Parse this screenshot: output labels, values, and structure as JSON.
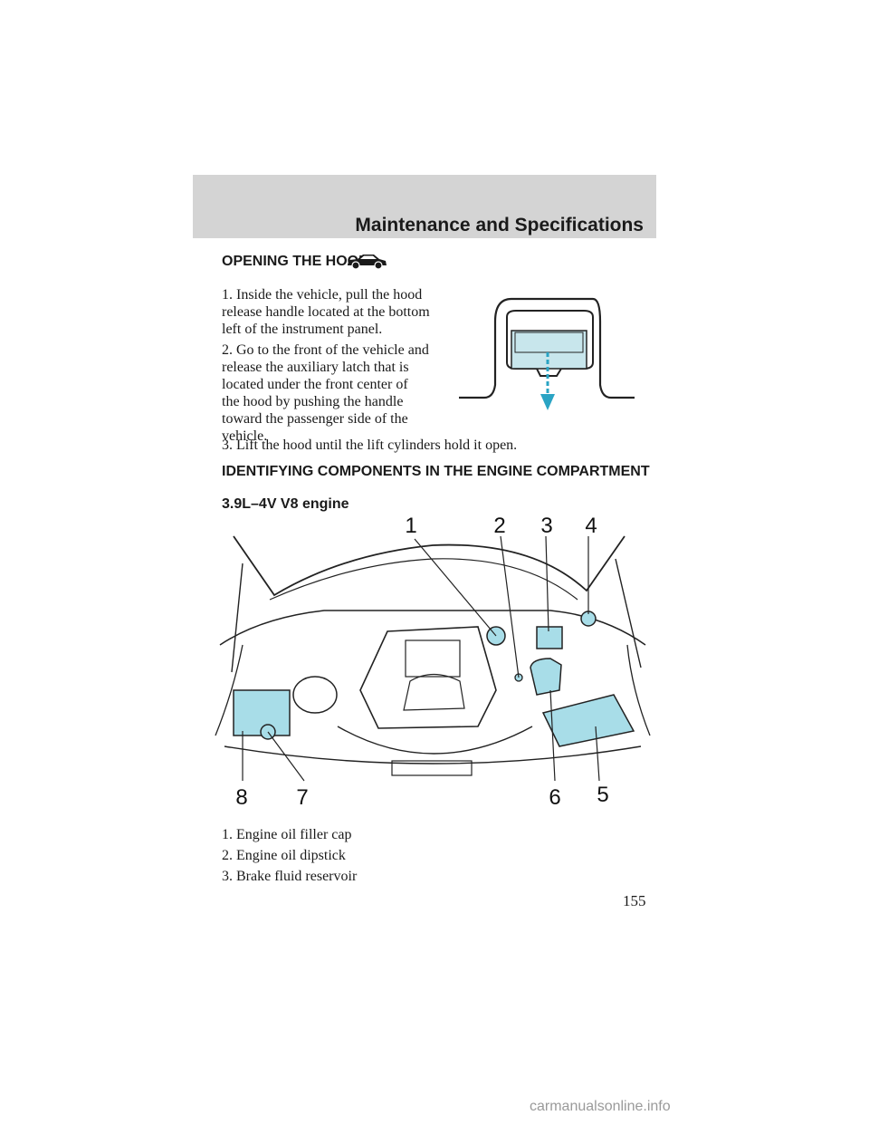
{
  "header": {
    "title": "Maintenance and Specifications"
  },
  "opening_hood": {
    "heading": "OPENING THE HOOD",
    "car_icon": "car-icon",
    "step1_lines": [
      "1. Inside the vehicle, pull the hood",
      "release handle located at the bottom",
      "left of the instrument panel."
    ],
    "step2_lines": [
      "2. Go to the front of the vehicle and",
      "release the auxiliary latch that is",
      "located under the front center of",
      "the hood by pushing the handle",
      "toward the passenger side of the",
      "vehicle."
    ],
    "step3": "3. Lift the hood until the lift cylinders hold it open.",
    "latch_color": "#c8e6ec",
    "arrow_color": "#2aa4c4"
  },
  "engine": {
    "heading": "IDENTIFYING COMPONENTS IN THE ENGINE COMPARTMENT",
    "subheading": "3.9L–4V V8 engine",
    "callouts": [
      "1",
      "2",
      "3",
      "4",
      "5",
      "6",
      "7",
      "8"
    ],
    "highlight_color": "#a8dde8",
    "list": [
      "1. Engine oil filler cap",
      "2. Engine oil dipstick",
      "3. Brake fluid reservoir"
    ]
  },
  "page_number": "155",
  "watermark": "carmanualsonline.info"
}
